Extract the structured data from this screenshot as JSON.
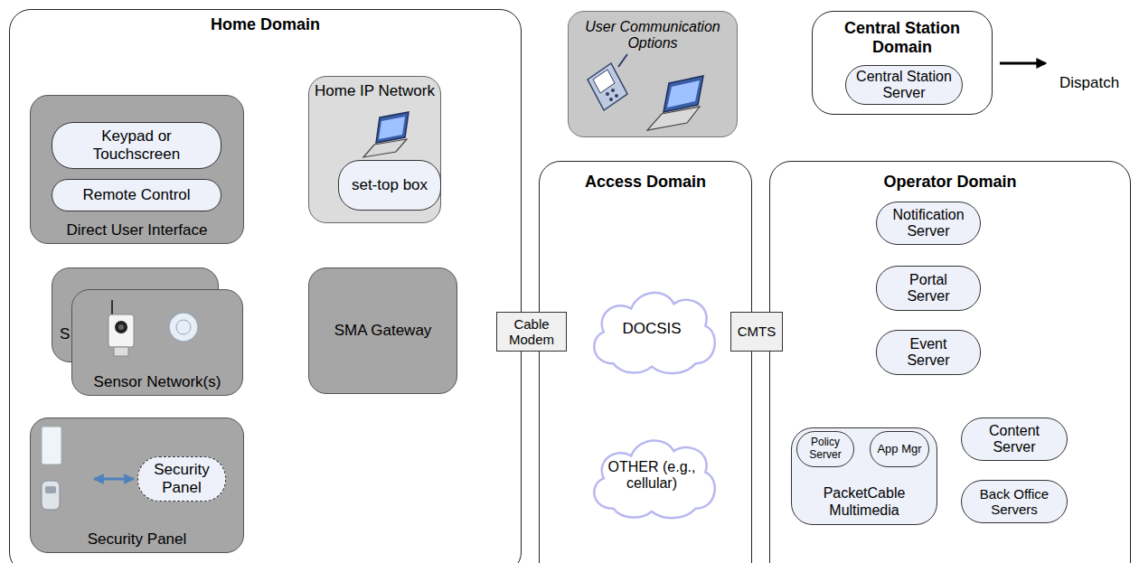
{
  "diagram": {
    "nodes": [
      {
        "text": [
          "Home Domain"
        ]
      },
      {
        "text": [
          "Direct User Interface"
        ],
        "in": 0
      },
      {
        "text": [
          "Keypad or Touchscreen"
        ],
        "in": 1
      },
      {
        "text": [
          "Remote Control"
        ],
        "in": 1
      },
      {
        "text": [
          "Home IP Network"
        ],
        "in": 0
      },
      {
        "text": [
          "set-top box"
        ],
        "in": 4
      },
      {
        "text": [
          "S"
        ],
        "in": 0
      },
      {
        "text": [
          "Sensor Network(s)"
        ],
        "in": 0
      },
      {
        "text": [
          "SMA Gateway"
        ],
        "in": 0
      },
      {
        "text": [
          "Security Panel"
        ],
        "in": 0
      },
      {
        "text": [
          "Security Panel"
        ],
        "in": 9
      },
      {
        "text": [
          "User Communication Options"
        ]
      },
      {
        "text": [
          "Central Station Domain"
        ]
      },
      {
        "text": [
          "Central Station Server"
        ],
        "in": 12
      },
      {
        "text": [
          "Access Domain"
        ]
      },
      {
        "text": [
          "Cable Modem"
        ]
      },
      {
        "text": [
          "DOCSIS"
        ],
        "in": 14
      },
      {
        "text": [
          "OTHER (e.g., cellular)"
        ],
        "in": 14
      },
      {
        "text": [
          "CMTS"
        ]
      },
      {
        "text": [
          "Operator Domain"
        ]
      },
      {
        "text": [
          "Notification Server"
        ],
        "in": 19
      },
      {
        "text": [
          "Portal Server"
        ],
        "in": 19
      },
      {
        "text": [
          "Event Server"
        ],
        "in": 19
      },
      {
        "text": [
          "PacketCable Multimedia"
        ],
        "in": 19
      },
      {
        "text": [
          "Policy Server"
        ],
        "in": 23
      },
      {
        "text": [
          "App Mgr"
        ],
        "in": 23
      },
      {
        "text": [
          "Content Server"
        ],
        "in": 19
      },
      {
        "text": [
          "Back Office Servers"
        ],
        "in": 19
      }
    ],
    "labels": [
      "Dispatch"
    ]
  }
}
